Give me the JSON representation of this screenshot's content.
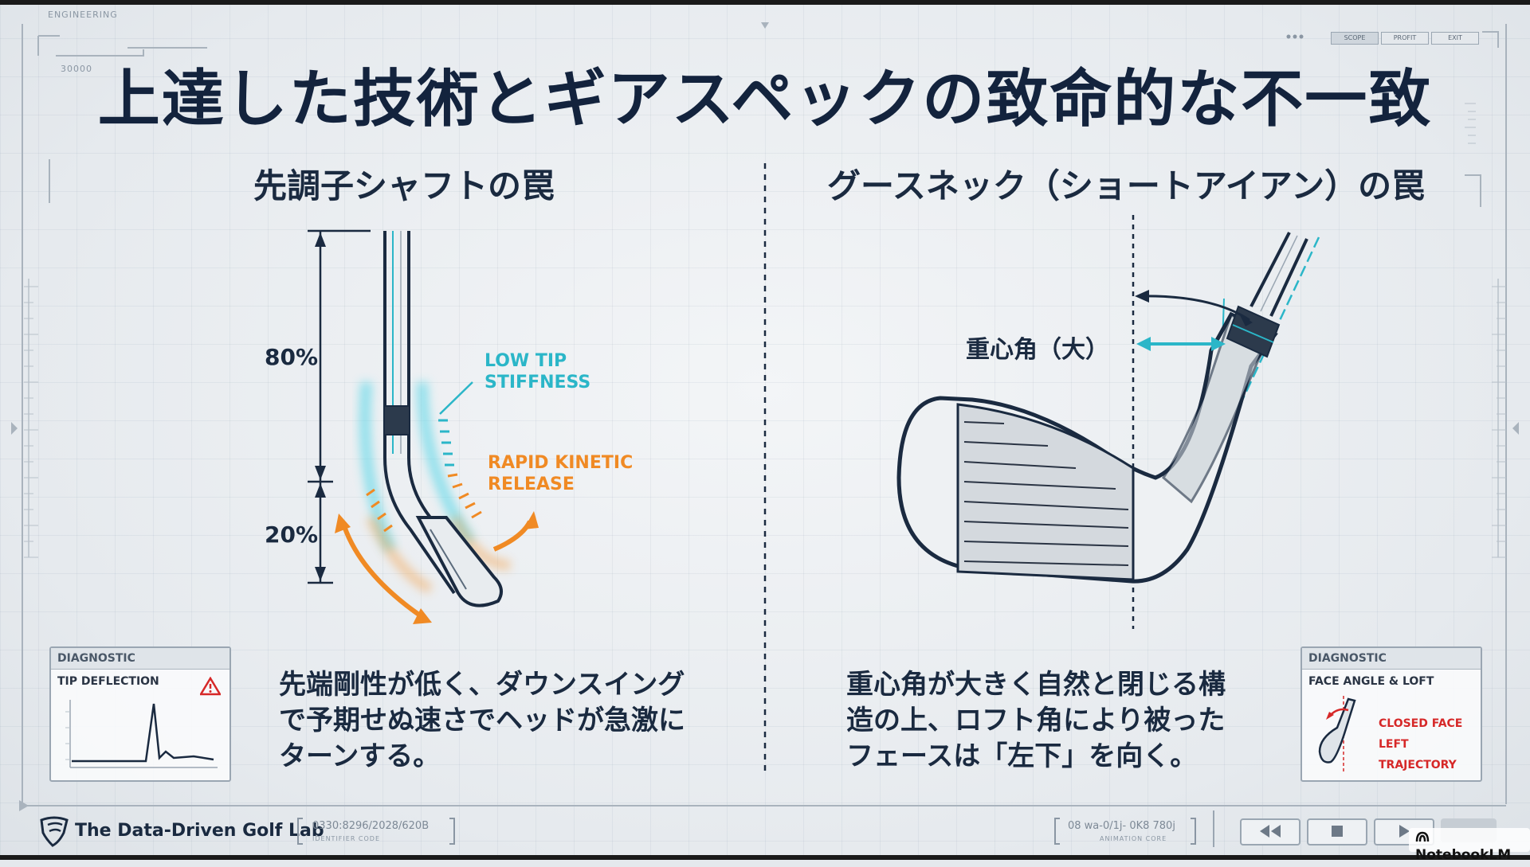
{
  "title": "上達した技術とギアスペックの致命的な不一致",
  "left": {
    "heading": "先調子シャフトの罠",
    "pct_upper": "80%",
    "pct_lower": "20%",
    "callout_low_tip": [
      "LOW TIP",
      "STIFFNESS"
    ],
    "callout_release": [
      "RAPID KINETIC",
      "RELEASE"
    ],
    "description": [
      "先端剛性が低く、ダウンスイング",
      "で予期せぬ速さでヘッドが急激に",
      "ターンする。"
    ]
  },
  "right": {
    "heading": "グースネック（ショートアイアン）の罠",
    "cg_label": "重心角（大）",
    "description": [
      "重心角が大きく自然と閉じる構",
      "造の上、ロフト角により被った",
      "フェースは「左下」を向く。"
    ]
  },
  "panel_left": {
    "header": "DIAGNOSTIC",
    "label": "TIP DEFLECTION",
    "icon": "warning-icon"
  },
  "panel_right": {
    "header": "DIAGNOSTIC",
    "label": "FACE ANGLE & LOFT",
    "lines": [
      "CLOSED FACE",
      "LEFT TRAJECTORY"
    ]
  },
  "footer": {
    "brand": "The Data-Driven Golf Lab",
    "code_left": "0330:8296/2028/620B",
    "code_left_sub": "IDENTIFIER CODE",
    "code_right": "08 wa-0/1j- 0K8 780j",
    "code_right_sub": "ANIMATION CORE",
    "watermark": "NotebookLM"
  },
  "hud": {
    "top_left": "ENGINEERING",
    "tabs": [
      "SCOPE",
      "PROFIT",
      "EXIT"
    ],
    "scale": "30000"
  },
  "colors": {
    "cyan": "#2bb6c8",
    "orange": "#f08a24",
    "red": "#d62828",
    "navy": "#13233d"
  }
}
